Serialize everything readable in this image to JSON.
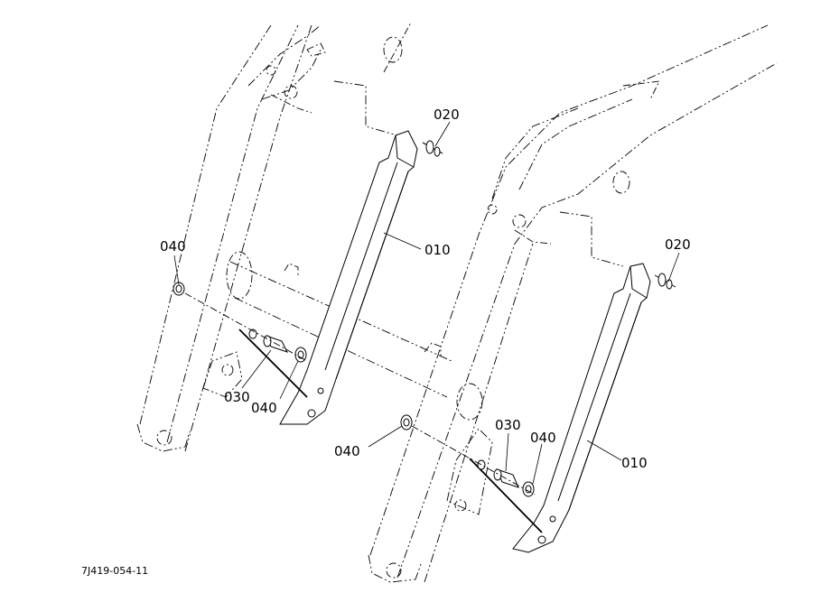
{
  "diagram": {
    "drawing_code": "7J419-054-11",
    "callouts": [
      {
        "id": "left-020",
        "text": "020"
      },
      {
        "id": "left-010",
        "text": "010"
      },
      {
        "id": "left-040-a",
        "text": "040"
      },
      {
        "id": "left-030",
        "text": "030"
      },
      {
        "id": "left-040-b",
        "text": "040"
      },
      {
        "id": "right-020",
        "text": "020"
      },
      {
        "id": "right-040-a",
        "text": "040"
      },
      {
        "id": "right-030",
        "text": "030"
      },
      {
        "id": "right-040-b",
        "text": "040"
      },
      {
        "id": "right-010",
        "text": "010"
      }
    ]
  }
}
